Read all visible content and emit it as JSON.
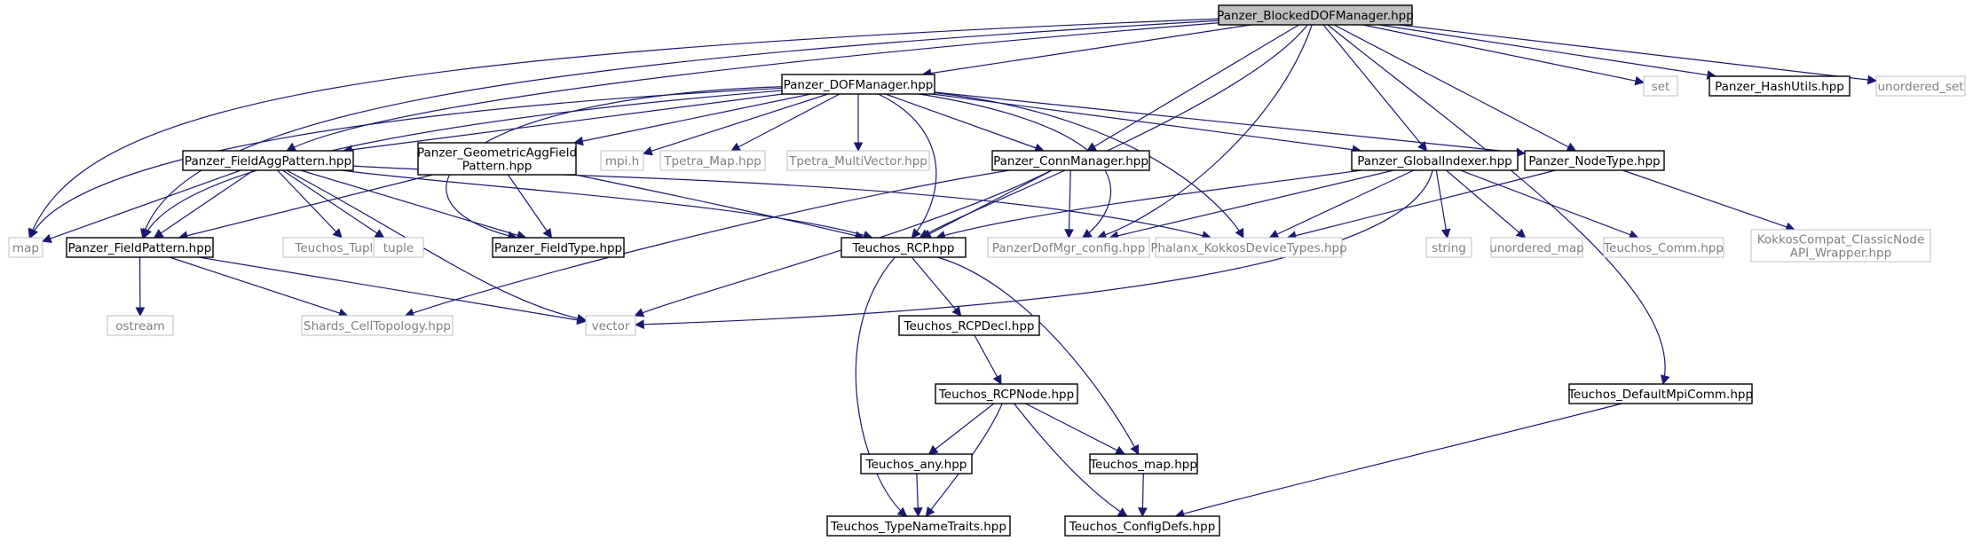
{
  "colors": {
    "edge": "#191970",
    "root_fill": "#bfbfbf",
    "internal_border": "#000000",
    "external_border": "#bfbfbf",
    "internal_text": "#000000",
    "external_text": "#808080",
    "background": "#ffffff"
  },
  "nodes": [
    {
      "id": "root",
      "lines": [
        "Panzer_BlockedDOFManager.hpp"
      ],
      "kind": "root"
    },
    {
      "id": "dofm",
      "lines": [
        "Panzer_DOFManager.hpp"
      ],
      "kind": "internal"
    },
    {
      "id": "set",
      "lines": [
        "set"
      ],
      "kind": "external"
    },
    {
      "id": "hash",
      "lines": [
        "Panzer_HashUtils.hpp"
      ],
      "kind": "internal"
    },
    {
      "id": "unset",
      "lines": [
        "unordered_set"
      ],
      "kind": "external"
    },
    {
      "id": "fagg",
      "lines": [
        "Panzer_FieldAggPattern.hpp"
      ],
      "kind": "internal"
    },
    {
      "id": "geom",
      "lines": [
        "Panzer_GeometricAggField",
        "Pattern.hpp"
      ],
      "kind": "internal"
    },
    {
      "id": "mpih",
      "lines": [
        "mpi.h"
      ],
      "kind": "external"
    },
    {
      "id": "tmap",
      "lines": [
        "Tpetra_Map.hpp"
      ],
      "kind": "external"
    },
    {
      "id": "tmv",
      "lines": [
        "Tpetra_MultiVector.hpp"
      ],
      "kind": "external"
    },
    {
      "id": "conn",
      "lines": [
        "Panzer_ConnManager.hpp"
      ],
      "kind": "internal"
    },
    {
      "id": "gidx",
      "lines": [
        "Panzer_GlobalIndexer.hpp"
      ],
      "kind": "internal"
    },
    {
      "id": "ntype",
      "lines": [
        "Panzer_NodeType.hpp"
      ],
      "kind": "internal"
    },
    {
      "id": "map",
      "lines": [
        "map"
      ],
      "kind": "external"
    },
    {
      "id": "fpat",
      "lines": [
        "Panzer_FieldPattern.hpp"
      ],
      "kind": "internal"
    },
    {
      "id": "ttuple",
      "lines": [
        "Teuchos_Tuple.hpp"
      ],
      "kind": "external"
    },
    {
      "id": "tuple",
      "lines": [
        "tuple"
      ],
      "kind": "external"
    },
    {
      "id": "ftype",
      "lines": [
        "Panzer_FieldType.hpp"
      ],
      "kind": "internal"
    },
    {
      "id": "rcp",
      "lines": [
        "Teuchos_RCP.hpp"
      ],
      "kind": "internal"
    },
    {
      "id": "pconf",
      "lines": [
        "PanzerDofMgr_config.hpp"
      ],
      "kind": "external"
    },
    {
      "id": "kokkos",
      "lines": [
        "Phalanx_KokkosDeviceTypes.hpp"
      ],
      "kind": "external"
    },
    {
      "id": "string",
      "lines": [
        "string"
      ],
      "kind": "external"
    },
    {
      "id": "umap",
      "lines": [
        "unordered_map"
      ],
      "kind": "external"
    },
    {
      "id": "tcomm",
      "lines": [
        "Teuchos_Comm.hpp"
      ],
      "kind": "external"
    },
    {
      "id": "kcompat",
      "lines": [
        "KokkosCompat_ClassicNode",
        "API_Wrapper.hpp"
      ],
      "kind": "external"
    },
    {
      "id": "ostream",
      "lines": [
        "ostream"
      ],
      "kind": "external"
    },
    {
      "id": "shards",
      "lines": [
        "Shards_CellTopology.hpp"
      ],
      "kind": "external"
    },
    {
      "id": "vector",
      "lines": [
        "vector"
      ],
      "kind": "external"
    },
    {
      "id": "rcpdecl",
      "lines": [
        "Teuchos_RCPDecl.hpp"
      ],
      "kind": "internal"
    },
    {
      "id": "rcpnode",
      "lines": [
        "Teuchos_RCPNode.hpp"
      ],
      "kind": "internal"
    },
    {
      "id": "dmpi",
      "lines": [
        "Teuchos_DefaultMpiComm.hpp"
      ],
      "kind": "internal"
    },
    {
      "id": "tany",
      "lines": [
        "Teuchos_any.hpp"
      ],
      "kind": "internal"
    },
    {
      "id": "tmaph",
      "lines": [
        "Teuchos_map.hpp"
      ],
      "kind": "internal"
    },
    {
      "id": "tntraits",
      "lines": [
        "Teuchos_TypeNameTraits.hpp"
      ],
      "kind": "internal"
    },
    {
      "id": "tconf",
      "lines": [
        "Teuchos_ConfigDefs.hpp"
      ],
      "kind": "internal"
    }
  ],
  "edges": [
    [
      "root",
      "dofm"
    ],
    [
      "root",
      "set"
    ],
    [
      "root",
      "hash"
    ],
    [
      "root",
      "unset"
    ],
    [
      "root",
      "map"
    ],
    [
      "root",
      "fpat"
    ],
    [
      "root",
      "fagg"
    ],
    [
      "root",
      "conn"
    ],
    [
      "root",
      "gidx"
    ],
    [
      "root",
      "ntype"
    ],
    [
      "root",
      "rcp"
    ],
    [
      "root",
      "pconf"
    ],
    [
      "root",
      "dmpi"
    ],
    [
      "dofm",
      "fagg"
    ],
    [
      "dofm",
      "geom"
    ],
    [
      "dofm",
      "mpih"
    ],
    [
      "dofm",
      "tmap"
    ],
    [
      "dofm",
      "tmv"
    ],
    [
      "dofm",
      "conn"
    ],
    [
      "dofm",
      "gidx"
    ],
    [
      "dofm",
      "ntype"
    ],
    [
      "dofm",
      "rcp"
    ],
    [
      "dofm",
      "pconf"
    ],
    [
      "dofm",
      "kokkos"
    ],
    [
      "dofm",
      "map"
    ],
    [
      "dofm",
      "fpat"
    ],
    [
      "dofm",
      "ftype"
    ],
    [
      "fagg",
      "map"
    ],
    [
      "fagg",
      "fpat"
    ],
    [
      "fagg",
      "ttuple"
    ],
    [
      "fagg",
      "tuple"
    ],
    [
      "fagg",
      "ftype"
    ],
    [
      "fagg",
      "vector"
    ],
    [
      "fagg",
      "rcp"
    ],
    [
      "fagg",
      "kokkos"
    ],
    [
      "geom",
      "fpat"
    ],
    [
      "geom",
      "ftype"
    ],
    [
      "geom",
      "rcp"
    ],
    [
      "conn",
      "rcp"
    ],
    [
      "conn",
      "pconf"
    ],
    [
      "conn",
      "shards"
    ],
    [
      "conn",
      "vector"
    ],
    [
      "gidx",
      "rcp"
    ],
    [
      "gidx",
      "pconf"
    ],
    [
      "gidx",
      "kokkos"
    ],
    [
      "gidx",
      "string"
    ],
    [
      "gidx",
      "umap"
    ],
    [
      "gidx",
      "tcomm"
    ],
    [
      "gidx",
      "vector"
    ],
    [
      "ntype",
      "kokkos"
    ],
    [
      "ntype",
      "kcompat"
    ],
    [
      "fpat",
      "ostream"
    ],
    [
      "fpat",
      "shards"
    ],
    [
      "fpat",
      "vector"
    ],
    [
      "rcp",
      "rcpdecl"
    ],
    [
      "rcp",
      "tmaph"
    ],
    [
      "rcp",
      "tntraits"
    ],
    [
      "rcpdecl",
      "rcpnode"
    ],
    [
      "rcpnode",
      "tany"
    ],
    [
      "rcpnode",
      "tmaph"
    ],
    [
      "rcpnode",
      "tntraits"
    ],
    [
      "rcpnode",
      "tconf"
    ],
    [
      "tany",
      "tntraits"
    ],
    [
      "tmaph",
      "tconf"
    ],
    [
      "dmpi",
      "tconf"
    ]
  ]
}
